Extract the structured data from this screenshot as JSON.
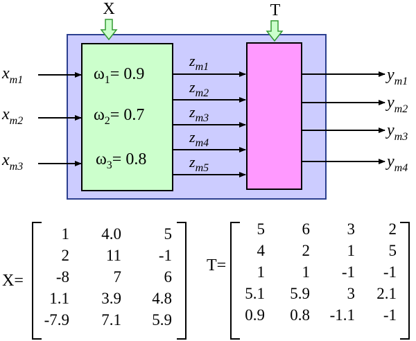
{
  "diagram": {
    "top_input_x": "X",
    "top_input_t": "T",
    "inputs": [
      {
        "base": "x",
        "sub": "m1"
      },
      {
        "base": "x",
        "sub": "m2"
      },
      {
        "base": "x",
        "sub": "m3"
      }
    ],
    "weights": [
      {
        "symbol": "ω",
        "index": "1",
        "value": "= 0.9"
      },
      {
        "symbol": "ω",
        "index": "2",
        "value": "= 0.7"
      },
      {
        "symbol": "ω",
        "index": "3",
        "value": "= 0.8"
      }
    ],
    "intermediates": [
      {
        "base": "z",
        "sub": "m1"
      },
      {
        "base": "z",
        "sub": "m2"
      },
      {
        "base": "z",
        "sub": "m3"
      },
      {
        "base": "z",
        "sub": "m4"
      },
      {
        "base": "z",
        "sub": "m5"
      }
    ],
    "outputs": [
      {
        "base": "y",
        "sub": "m1"
      },
      {
        "base": "y",
        "sub": "m2"
      },
      {
        "base": "y",
        "sub": "m3"
      },
      {
        "base": "y",
        "sub": "m4"
      }
    ],
    "colors": {
      "outer_fill": "#ccccff",
      "outer_stroke": "#2b3f8f",
      "weight_box_fill": "#ccffcc",
      "transform_box_fill": "#ff99ff",
      "down_arrow_fill": "#ccffcc",
      "down_arrow_stroke": "#339933"
    }
  },
  "matrices": {
    "x": {
      "label": "X=",
      "rows": [
        [
          "1",
          "4.0",
          "5"
        ],
        [
          "2",
          "11",
          "-1"
        ],
        [
          "-8",
          "7",
          "6"
        ],
        [
          "1.1",
          "3.9",
          "4.8"
        ],
        [
          "-7.9",
          "7.1",
          "5.9"
        ]
      ]
    },
    "t": {
      "label": "T=",
      "rows": [
        [
          "5",
          "6",
          "3",
          "2"
        ],
        [
          "4",
          "2",
          "1",
          "5"
        ],
        [
          "1",
          "1",
          "-1",
          "-1"
        ],
        [
          "5.1",
          "5.9",
          "3",
          "2.1"
        ],
        [
          "0.9",
          "0.8",
          "-1.1",
          "-1"
        ]
      ]
    }
  }
}
